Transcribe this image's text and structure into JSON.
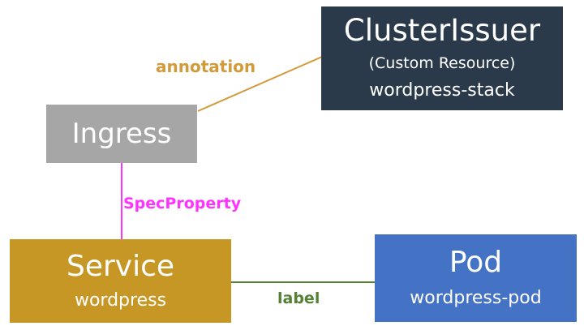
{
  "nodes": {
    "clusterissuer": {
      "title": "ClusterIssuer",
      "subtitle": "(Custom Resource)",
      "name": "wordpress-stack",
      "color": "#2a3a4a"
    },
    "ingress": {
      "title": "Ingress",
      "color": "#a6a6a6"
    },
    "service": {
      "title": "Service",
      "name": "wordpress",
      "color": "#c79726"
    },
    "pod": {
      "title": "Pod",
      "name": "wordpress-pod",
      "color": "#4472c4"
    }
  },
  "edges": {
    "annotation": {
      "label": "annotation",
      "color": "#d19a3a"
    },
    "specproperty": {
      "label": "SpecProperty",
      "color": "#ff33ff"
    },
    "label": {
      "label": "label",
      "color": "#548235"
    }
  }
}
